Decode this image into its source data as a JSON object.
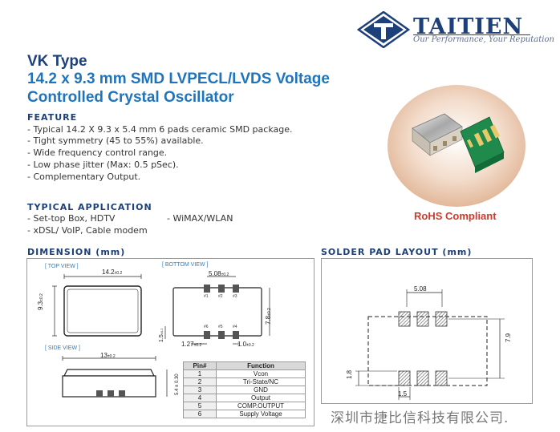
{
  "brand": {
    "name": "TAITIEN",
    "tagline": "Our Performance, Your Reputation",
    "color": "#1d3f7a"
  },
  "title": {
    "type": "VK Type",
    "line1": "14.2 x 9.3 mm SMD LVPECL/LVDS Voltage",
    "line2": "Controlled Crystal Oscillator"
  },
  "feature": {
    "heading": "FEATURE",
    "items": [
      "- Typical 14.2 X 9.3 x 5.4 mm 6 pads ceramic SMD package.",
      "- Tight symmetry (45 to 55%) available.",
      "- Wide frequency control range.",
      "- Low phase jitter (Max: 0.5 pSec).",
      "- Complementary Output."
    ]
  },
  "application": {
    "heading": "TYPICAL APPLICATION",
    "items": [
      "- Set-top Box, HDTV",
      "- WiMAX/WLAN",
      "- xDSL/ VoIP, Cable modem"
    ]
  },
  "rohs": "RoHS Compliant",
  "dimension": {
    "heading": "DIMENSION (mm)",
    "top_view": "[ TOP VIEW ]",
    "bottom_view": "[ BOTTOM VIEW ]",
    "side_view": "[ SIDE VIEW ]",
    "top_width": "14.2",
    "top_width_tol": "±0.2",
    "top_height": "9.3",
    "top_height_tol": "±0.2",
    "pitch": "5.08",
    "pitch_tol": "±0.2",
    "body_height": "7.8",
    "body_height_tol": "±0.2",
    "pad_height": "1.5",
    "pad_height_tol": "±0.2",
    "pad_offset": "1.27",
    "pad_offset_tol": "±0.2",
    "pad_width": "1.0",
    "pad_width_tol": "±0.2",
    "side_width": "13",
    "side_width_tol": "±0.2",
    "side_height": "5.4 ± 0.30",
    "bottom_pins_top": [
      "#1",
      "#2",
      "#3"
    ],
    "bottom_pins_bottom": [
      "#6",
      "#5",
      "#4"
    ]
  },
  "pin_table": {
    "headers": [
      "Pin#",
      "Function"
    ],
    "rows": [
      [
        "1",
        "Vcon"
      ],
      [
        "2",
        "Tri-State/NC"
      ],
      [
        "3",
        "GND"
      ],
      [
        "4",
        "Output"
      ],
      [
        "5",
        "COMP.OUTPUT"
      ],
      [
        "6",
        "Supply Voltage"
      ]
    ]
  },
  "solder": {
    "heading": "SOLDER PAD LAYOUT (mm)",
    "pitch": "5.08",
    "height": "7.9",
    "pad_h": "1.8",
    "pad_w": "1.5"
  },
  "watermark": "深圳市捷比信科技有限公司."
}
